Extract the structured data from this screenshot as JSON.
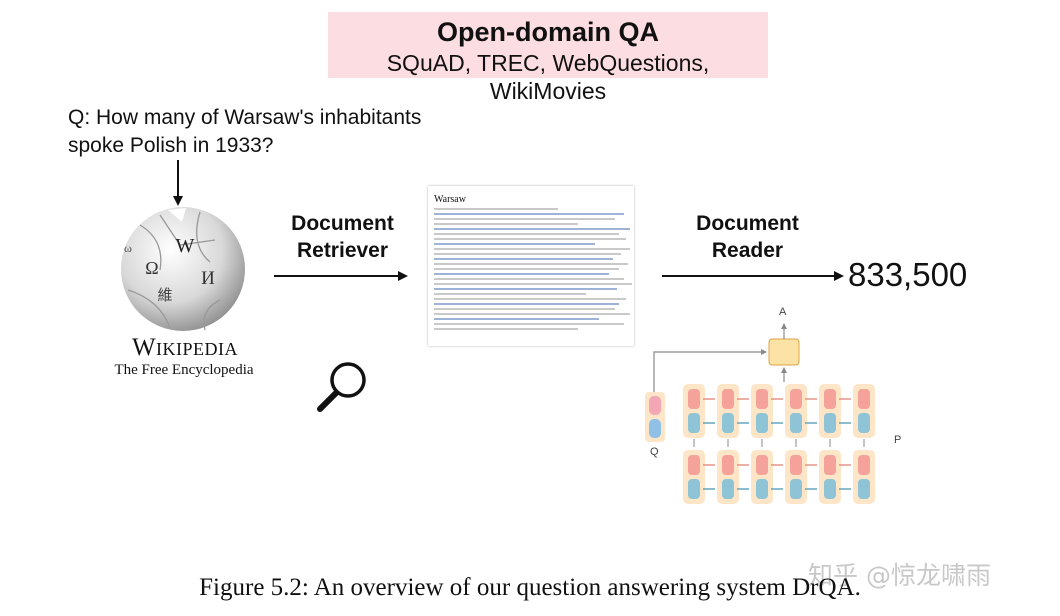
{
  "title": {
    "main": "Open-domain QA",
    "datasets": "SQuAD, TREC, WebQuestions, WikiMovies"
  },
  "question": {
    "line1": "Q:  How many of Warsaw's inhabitants",
    "line2": "spoke Polish in 1933?"
  },
  "wikipedia": {
    "wordmark": "Wikipedia",
    "tagline": "The Free Encyclopedia",
    "globe_glyphs": [
      "W",
      "Ω",
      "И",
      "維",
      "ω"
    ]
  },
  "retriever": {
    "line1": "Document",
    "line2": "Retriever"
  },
  "reader": {
    "line1": "Document",
    "line2": "Reader"
  },
  "document": {
    "heading": "Warsaw"
  },
  "answer": "833,500",
  "network": {
    "output_label": "A",
    "question_label": "Q",
    "passage_label": "P"
  },
  "caption": "Figure 5.2:   An overview of our question answering system DrQA.",
  "watermark": "知乎 @惊龙啸雨",
  "colors": {
    "title_bg": "#fcdde2",
    "cell_bg": "#fde6c8",
    "output_box": "#fde2a6",
    "forward_unit": "#f4a29a",
    "backward_unit": "#8fc4d6",
    "question_top": "#f3a7b4",
    "question_bottom": "#8fc0e6"
  }
}
